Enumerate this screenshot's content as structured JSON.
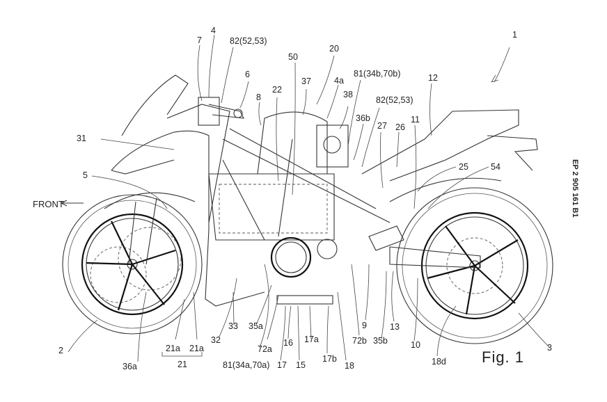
{
  "figure": {
    "title": "Fig. 1",
    "patent_number": "EP 2 905 161 B1",
    "direction_label": "FRONT",
    "direction_icon": "arrow-left-icon"
  },
  "labels": {
    "l1": "1",
    "l2": "2",
    "l3": "3",
    "l4": "4",
    "l4a": "4a",
    "l5": "5",
    "l6": "6",
    "l7": "7",
    "l8": "8",
    "l9": "9",
    "l10": "10",
    "l11": "11",
    "l12": "12",
    "l13": "13",
    "l15": "15",
    "l16": "16",
    "l17": "17",
    "l17a": "17a",
    "l17b": "17b",
    "l18": "18",
    "l18d": "18d",
    "l20": "20",
    "l21": "21",
    "l21a_1": "21a",
    "l21a_2": "21a",
    "l22": "22",
    "l25": "25",
    "l26": "26",
    "l27": "27",
    "l31": "31",
    "l32": "32",
    "l33": "33",
    "l35a": "35a",
    "l35b": "35b",
    "l36a": "36a",
    "l36b": "36b",
    "l37": "37",
    "l38": "38",
    "l50": "50",
    "l54": "54",
    "l72a": "72a",
    "l72b": "72b",
    "l81a": "81(34a,70a)",
    "l81b": "81(34b,70b)",
    "l82_front": "82(52,53)",
    "l82_rear": "82(52,53)"
  }
}
